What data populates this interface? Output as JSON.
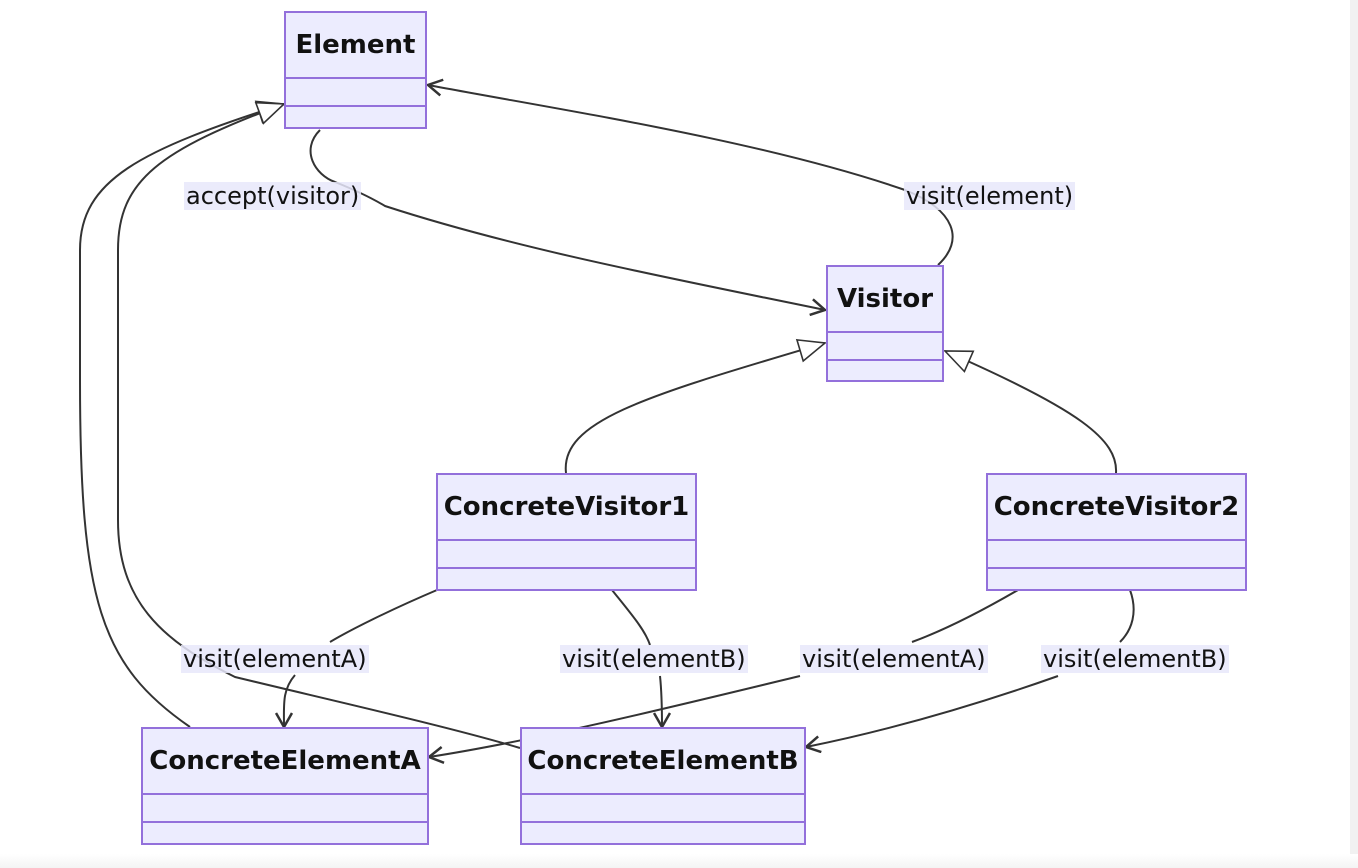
{
  "classes": {
    "element": "Element",
    "visitor": "Visitor",
    "concrete_visitor_1": "ConcreteVisitor1",
    "concrete_visitor_2": "ConcreteVisitor2",
    "concrete_element_a": "ConcreteElementA",
    "concrete_element_b": "ConcreteElementB"
  },
  "relations": {
    "accept_visitor": "accept(visitor)",
    "visit_element": "visit(element)",
    "cv1_visit_element_a": "visit(elementA)",
    "cv1_visit_element_b": "visit(elementB)",
    "cv2_visit_element_a": "visit(elementA)",
    "cv2_visit_element_b": "visit(elementB)"
  },
  "colors": {
    "class_fill": "#ececfe",
    "class_border": "#9370db",
    "line": "#333333"
  }
}
